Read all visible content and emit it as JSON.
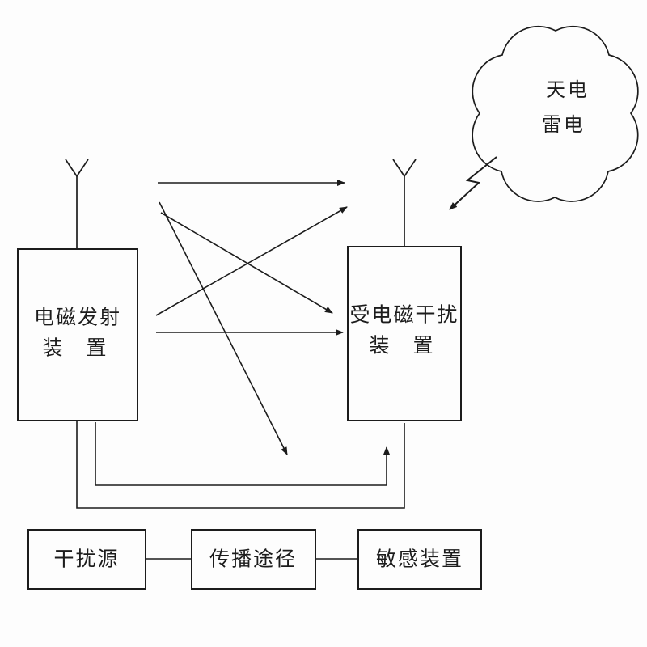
{
  "cloud": {
    "line1": "天电",
    "line2": "雷电"
  },
  "emitter": {
    "line1": "电磁发射",
    "line2": "装　置"
  },
  "receiver": {
    "line1": "受电磁干扰",
    "line2": "装　置"
  },
  "chain": {
    "source": "干扰源",
    "path": "传播途径",
    "sensitive": "敏感装置"
  }
}
